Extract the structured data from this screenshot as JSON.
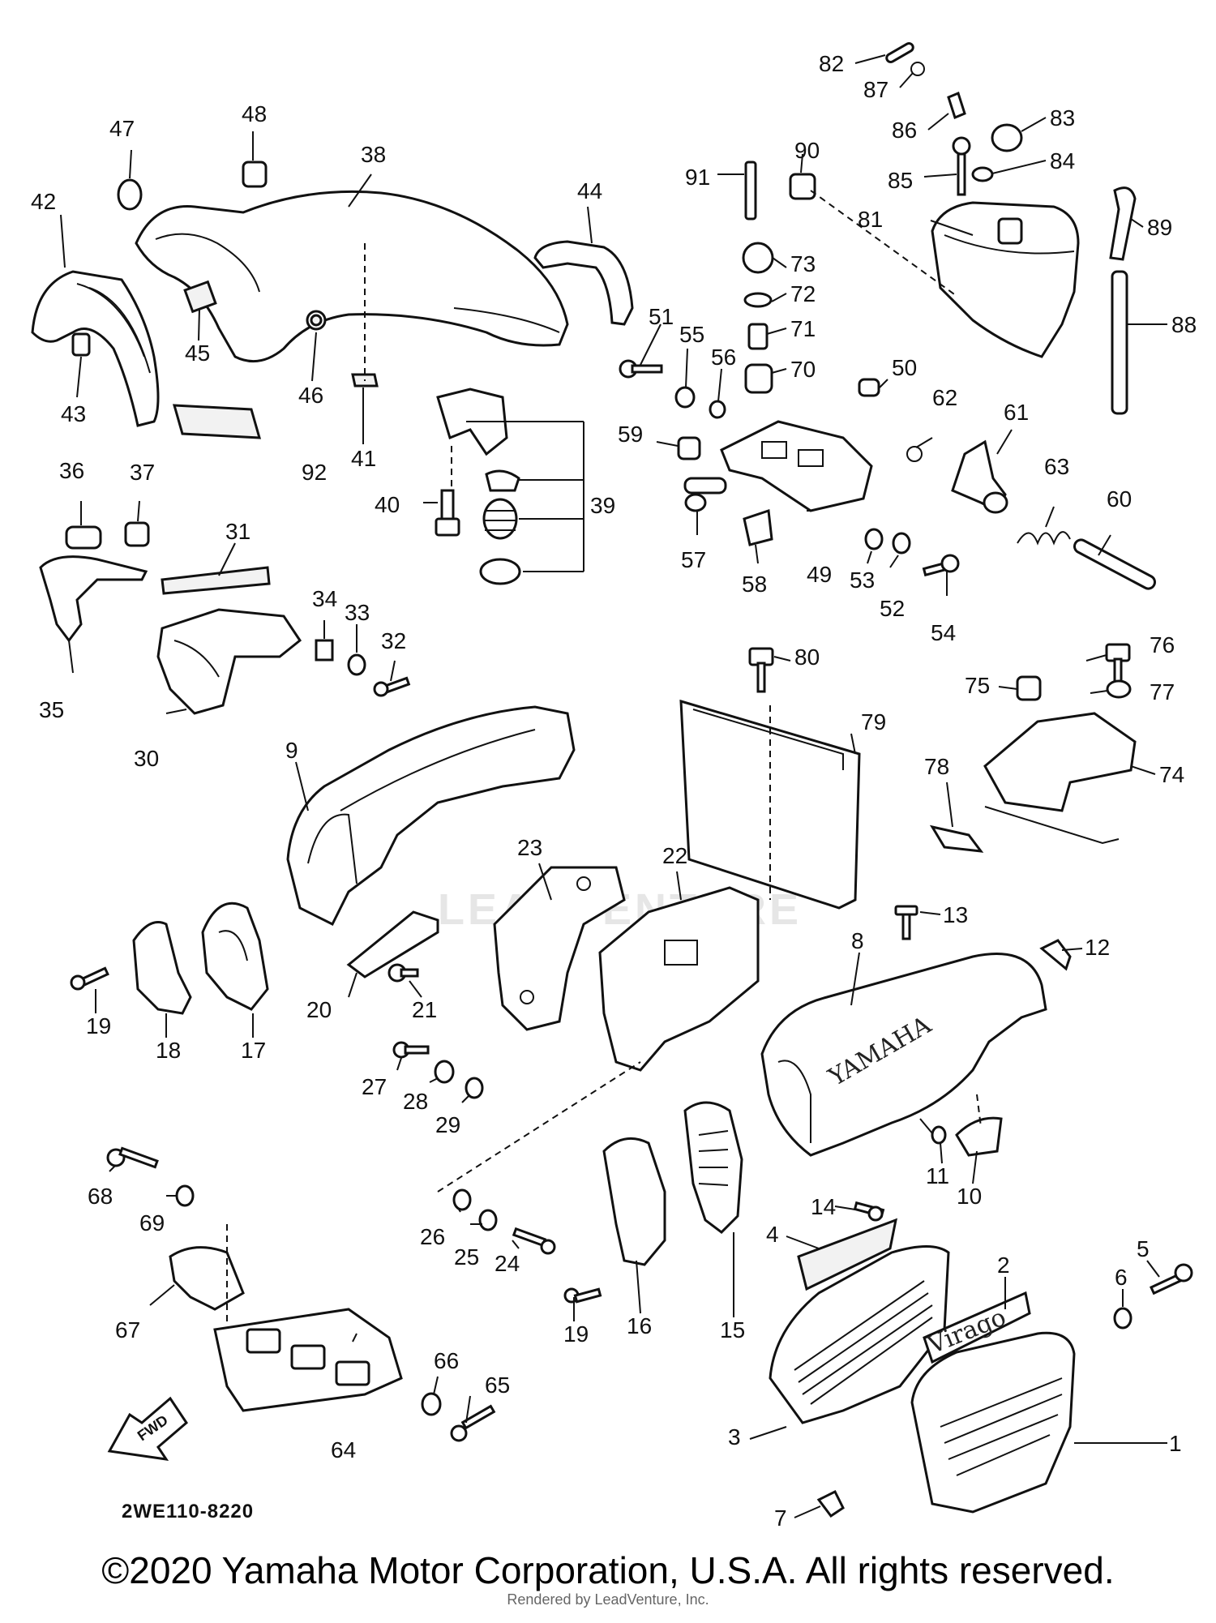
{
  "diagram": {
    "drawing_code": "2WE110-8220",
    "fwd_label": "FWD",
    "brand_text": "YAMAHA",
    "badge_text": "Virago",
    "watermark": "LEADVENTURE",
    "part_numbers": [
      "1",
      "2",
      "3",
      "4",
      "5",
      "6",
      "7",
      "8",
      "9",
      "10",
      "11",
      "12",
      "13",
      "14",
      "15",
      "16",
      "17",
      "18",
      "19",
      "19",
      "20",
      "21",
      "22",
      "23",
      "24",
      "25",
      "26",
      "27",
      "28",
      "29",
      "30",
      "31",
      "32",
      "33",
      "34",
      "35",
      "36",
      "37",
      "38",
      "39",
      "40",
      "41",
      "42",
      "43",
      "44",
      "45",
      "46",
      "47",
      "48",
      "49",
      "50",
      "51",
      "52",
      "53",
      "54",
      "55",
      "56",
      "57",
      "58",
      "59",
      "60",
      "61",
      "62",
      "63",
      "64",
      "65",
      "66",
      "67",
      "68",
      "69",
      "70",
      "71",
      "72",
      "73",
      "74",
      "75",
      "76",
      "77",
      "78",
      "79",
      "80",
      "81",
      "82",
      "83",
      "84",
      "85",
      "86",
      "87",
      "88",
      "89",
      "90",
      "91",
      "92"
    ]
  },
  "footer": {
    "copyright": "©2020 Yamaha Motor Corporation, U.S.A. All rights reserved.",
    "rendered_by": "Rendered by LeadVenture, Inc."
  }
}
